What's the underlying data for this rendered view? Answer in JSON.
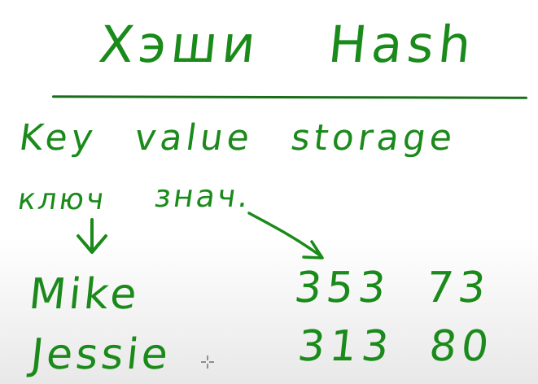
{
  "title": {
    "russian": "Хэши",
    "english": "Hash"
  },
  "subtitle": "Key value storage",
  "labels": {
    "key": "ключ",
    "value": "знач."
  },
  "rows": [
    {
      "key": "Mike",
      "value": "353 73"
    },
    {
      "key": "Jessie",
      "value": "313 80"
    }
  ],
  "colors": {
    "ink": "#1a8a1a",
    "rule": "#1a6e1a",
    "background": "#ffffff"
  },
  "icons": {
    "down_arrow": "arrow-down-icon",
    "diagonal_arrow": "arrow-diagonal-icon",
    "cursor": "crosshair-cursor-icon"
  }
}
